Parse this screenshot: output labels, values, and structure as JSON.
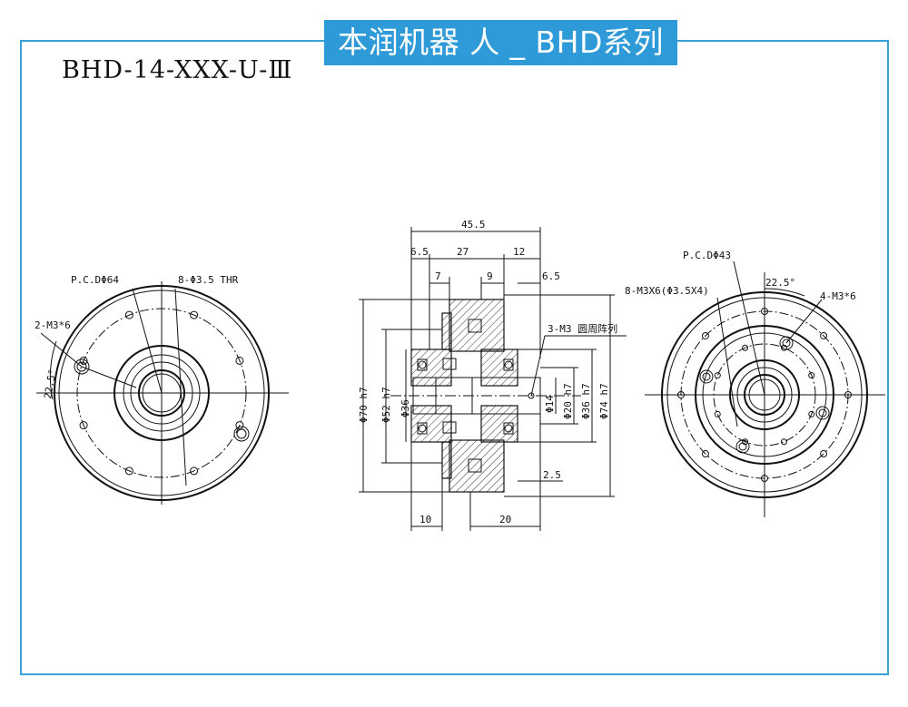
{
  "header": {
    "banner_title": "本润机器 人 _ BHD系列",
    "model_code": "BHD-14-XXX-U-Ⅲ"
  },
  "colors": {
    "frame": "#3aa0d8",
    "banner_bg": "#2f9ad8",
    "banner_text": "#ffffff",
    "line": "#111111"
  },
  "left_view": {
    "pcd_label": "P.C.DΦ64",
    "holes_label": "8-Φ3.5 THR",
    "tapped_label": "2-M3*6",
    "angle_label": "22.5°"
  },
  "section_view": {
    "top_dims": {
      "overall": "45.5",
      "left": "6.5",
      "middle": "27",
      "right": "12",
      "sub_left": "7",
      "sub_mid": "9",
      "sub_right": "6.5"
    },
    "left_diameters": [
      "Φ70 h7",
      "Φ52 h7",
      "Φ36"
    ],
    "right_diameters": [
      "Φ14",
      "Φ20 h7",
      "Φ36 h7",
      "Φ74 h7"
    ],
    "callout": "3-M3 圆周阵列",
    "small_dim": "2.5",
    "bottom_dims": {
      "left": "10",
      "right": "20"
    }
  },
  "right_view": {
    "pcd_label": "P.C.DΦ43",
    "holes_label": "8-M3X6(Φ3.5X4)",
    "angle_label": "22.5°",
    "tapped_label": "4-M3*6"
  }
}
